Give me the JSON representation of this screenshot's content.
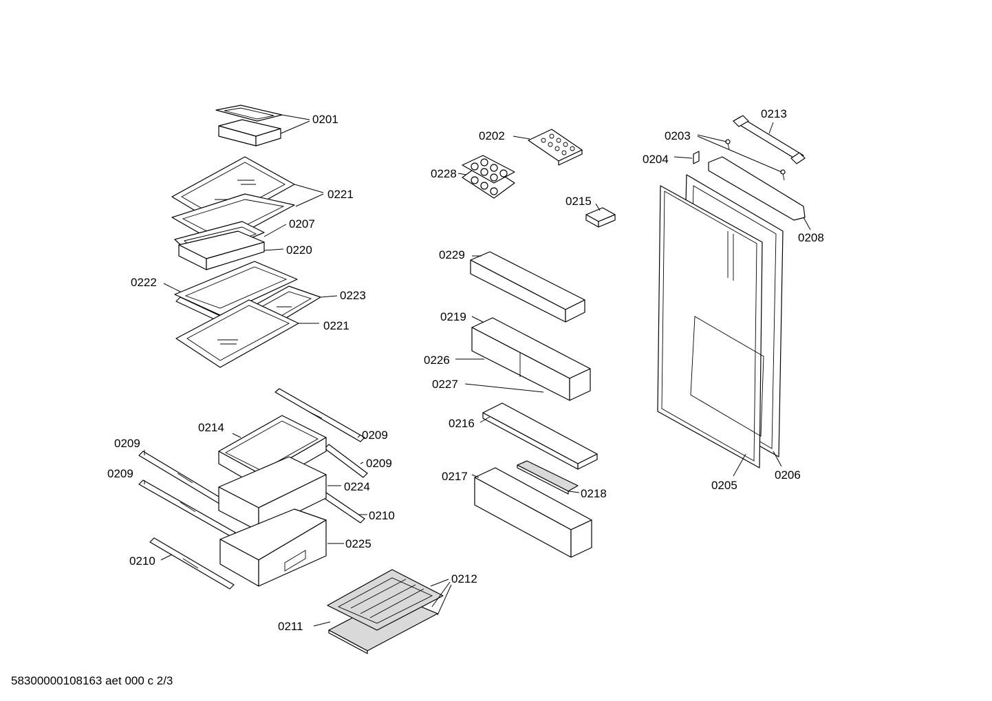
{
  "labels": {
    "p0201": "0201",
    "p0202": "0202",
    "p0203": "0203",
    "p0204": "0204",
    "p0205": "0205",
    "p0206": "0206",
    "p0207": "0207",
    "p0208": "0208",
    "p0209a": "0209",
    "p0209b": "0209",
    "p0209c": "0209",
    "p0209d": "0209",
    "p0210a": "0210",
    "p0210b": "0210",
    "p0211": "0211",
    "p0212": "0212",
    "p0213": "0213",
    "p0214": "0214",
    "p0215": "0215",
    "p0216": "0216",
    "p0217": "0217",
    "p0218": "0218",
    "p0219": "0219",
    "p0220": "0220",
    "p0221a": "0221",
    "p0221b": "0221",
    "p0222": "0222",
    "p0223": "0223",
    "p0224": "0224",
    "p0225": "0225",
    "p0226": "0226",
    "p0227": "0227",
    "p0228": "0228",
    "p0229": "0229"
  },
  "footer": "58300000108163 aet 000 c 2/3"
}
